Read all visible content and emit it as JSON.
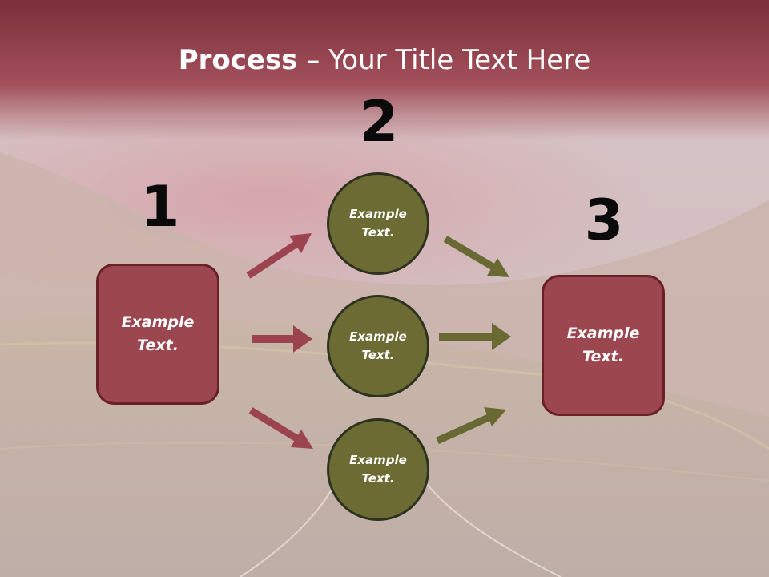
{
  "title": {
    "bold": "Process",
    "rest": " – Your Title Text Here"
  },
  "steps": [
    {
      "number": "1",
      "label_line1": "Example",
      "label_line2": "Text."
    },
    {
      "number": "2"
    },
    {
      "number": "3",
      "label_line1": "Example",
      "label_line2": "Text."
    }
  ],
  "circles": [
    {
      "label_line1": "Example",
      "label_line2": "Text."
    },
    {
      "label_line1": "Example",
      "label_line2": "Text."
    },
    {
      "label_line1": "Example",
      "label_line2": "Text."
    }
  ],
  "colors": {
    "header": "#9e4552",
    "box": "#9c4650",
    "circle": "#6b6b33",
    "arrow_red": "#9b4450",
    "arrow_olive": "#696933"
  }
}
